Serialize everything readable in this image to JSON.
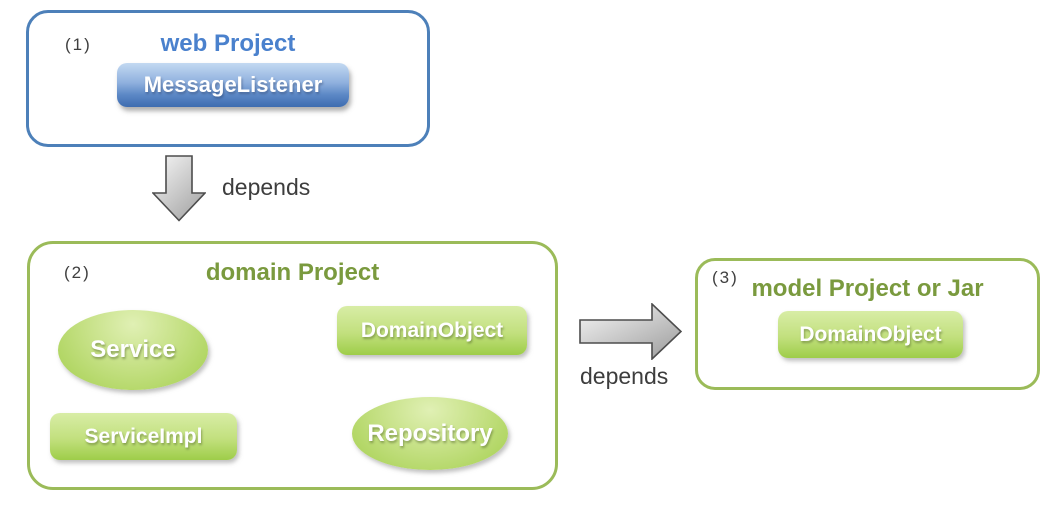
{
  "web_box": {
    "index": "(1)",
    "title": "web Project",
    "node": "MessageListener"
  },
  "domain_box": {
    "index": "(2)",
    "title": "domain Project",
    "nodes": {
      "service": "Service",
      "domain_object": "DomainObject",
      "service_impl": "ServiceImpl",
      "repository": "Repository"
    }
  },
  "model_box": {
    "index": "(3)",
    "title": "model Project or Jar",
    "node": "DomainObject"
  },
  "arrows": {
    "down": {
      "label": "depends",
      "direction": "down"
    },
    "right": {
      "label": "depends",
      "direction": "right"
    }
  },
  "colors": {
    "blue_border": "#4d80b9",
    "blue_title": "#4a81cd",
    "blue_node_top": "#c3d9f2",
    "blue_node_bottom": "#3e6cb0",
    "green_border": "#9bbb59",
    "green_title": "#7a9a3e",
    "green_node_top": "#d8eda6",
    "green_node_bottom": "#9ecd49",
    "arrow_fill_light": "#f7f7f7",
    "arrow_fill_dark": "#a6a6a6",
    "arrow_stroke": "#4d4d4d",
    "label_text": "#3d3d3d",
    "node_text": "#ffffff"
  }
}
